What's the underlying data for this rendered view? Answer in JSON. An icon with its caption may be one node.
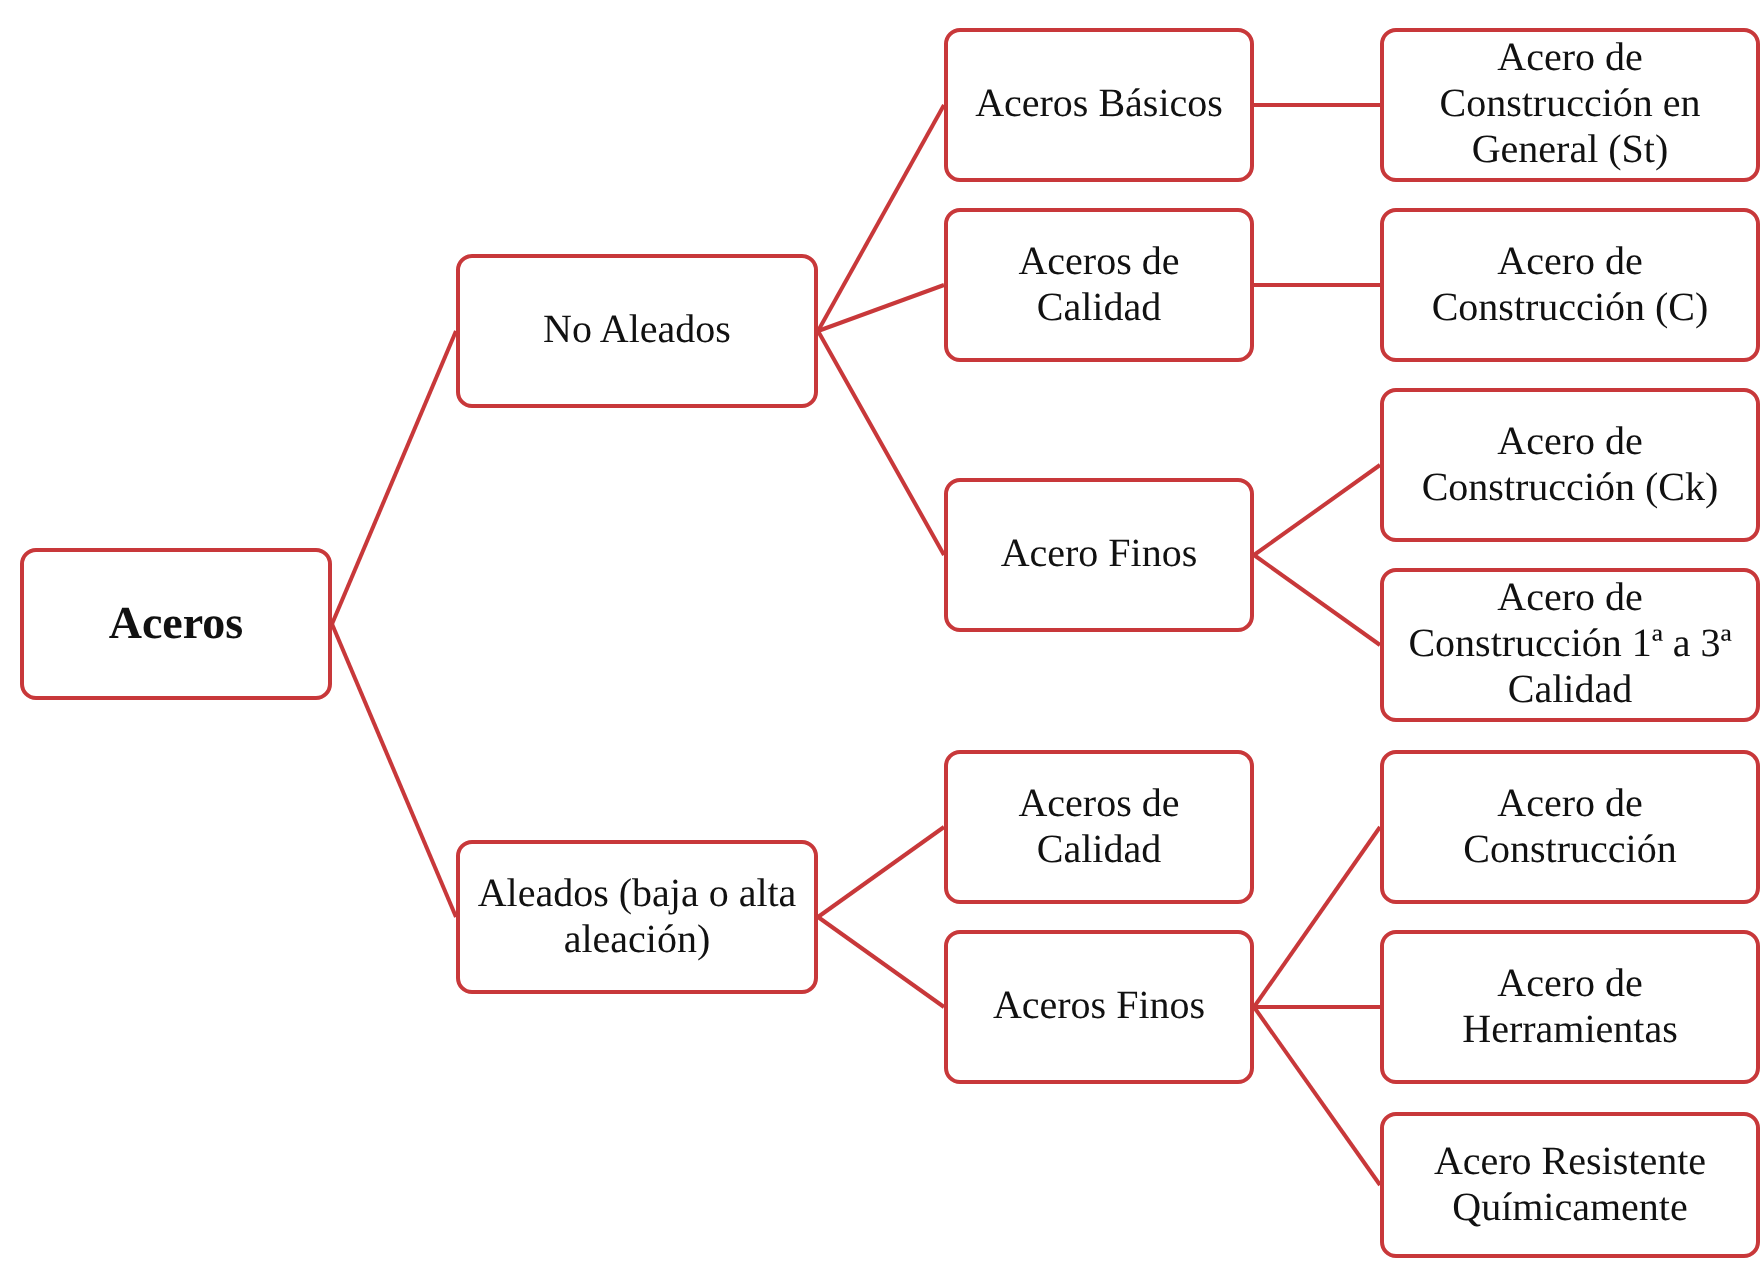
{
  "diagram": {
    "nodes": [
      {
        "text": [
          "Aceros"
        ]
      },
      {
        "text": [
          "No Aleados"
        ]
      },
      {
        "text": [
          "Aleados (baja o alta aleación)"
        ]
      },
      {
        "text": [
          "Aceros Básicos"
        ]
      },
      {
        "text": [
          "Aceros de Calidad"
        ]
      },
      {
        "text": [
          "Acero Finos"
        ]
      },
      {
        "text": [
          "Aceros de Calidad"
        ]
      },
      {
        "text": [
          "Aceros Finos"
        ]
      },
      {
        "text": [
          "Acero de Construcción en General (St)"
        ]
      },
      {
        "text": [
          "Acero de Construcción (C)"
        ]
      },
      {
        "text": [
          "Acero de Construcción (Ck)"
        ]
      },
      {
        "text": [
          "Acero de Construcción 1ª a 3ª Calidad"
        ]
      },
      {
        "text": [
          "Acero de Construcción"
        ]
      },
      {
        "text": [
          "Acero de Herramientas"
        ]
      },
      {
        "text": [
          "Acero Resistente Químicamente"
        ]
      }
    ],
    "edges": [
      {
        "from": 0,
        "to": 1,
        "arrow": "none"
      },
      {
        "from": 0,
        "to": 2,
        "arrow": "none"
      },
      {
        "from": 1,
        "to": 3,
        "arrow": "none"
      },
      {
        "from": 1,
        "to": 4,
        "arrow": "none"
      },
      {
        "from": 1,
        "to": 5,
        "arrow": "none"
      },
      {
        "from": 2,
        "to": 6,
        "arrow": "none"
      },
      {
        "from": 2,
        "to": 7,
        "arrow": "none"
      },
      {
        "from": 3,
        "to": 8,
        "arrow": "none"
      },
      {
        "from": 4,
        "to": 9,
        "arrow": "none"
      },
      {
        "from": 5,
        "to": 10,
        "arrow": "none"
      },
      {
        "from": 5,
        "to": 11,
        "arrow": "none"
      },
      {
        "from": 7,
        "to": 12,
        "arrow": "none"
      },
      {
        "from": 7,
        "to": 13,
        "arrow": "none"
      },
      {
        "from": 7,
        "to": 14,
        "arrow": "none"
      }
    ]
  }
}
